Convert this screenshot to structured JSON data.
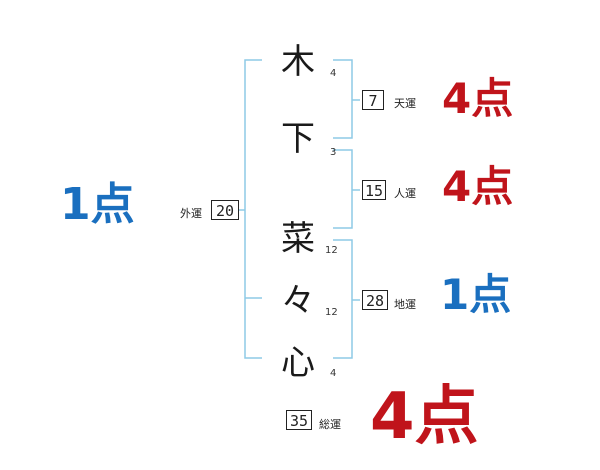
{
  "colors": {
    "bracket": "#8ecae6",
    "good": "#1a6fbf",
    "bad": "#c0141b"
  },
  "characters": [
    {
      "char": "木",
      "strokes": "4"
    },
    {
      "char": "下",
      "strokes": "3"
    },
    {
      "char": "菜",
      "strokes": "12"
    },
    {
      "char": "々",
      "strokes": "12"
    },
    {
      "char": "心",
      "strokes": "4"
    }
  ],
  "fortunes": {
    "gai": {
      "label": "外運",
      "value": "20",
      "score": "1点"
    },
    "ten": {
      "label": "天運",
      "value": "7",
      "score": "4点"
    },
    "jin": {
      "label": "人運",
      "value": "15",
      "score": "4点"
    },
    "chi": {
      "label": "地運",
      "value": "28",
      "score": "1点"
    },
    "so": {
      "label": "総運",
      "value": "35",
      "score": "4点"
    }
  }
}
